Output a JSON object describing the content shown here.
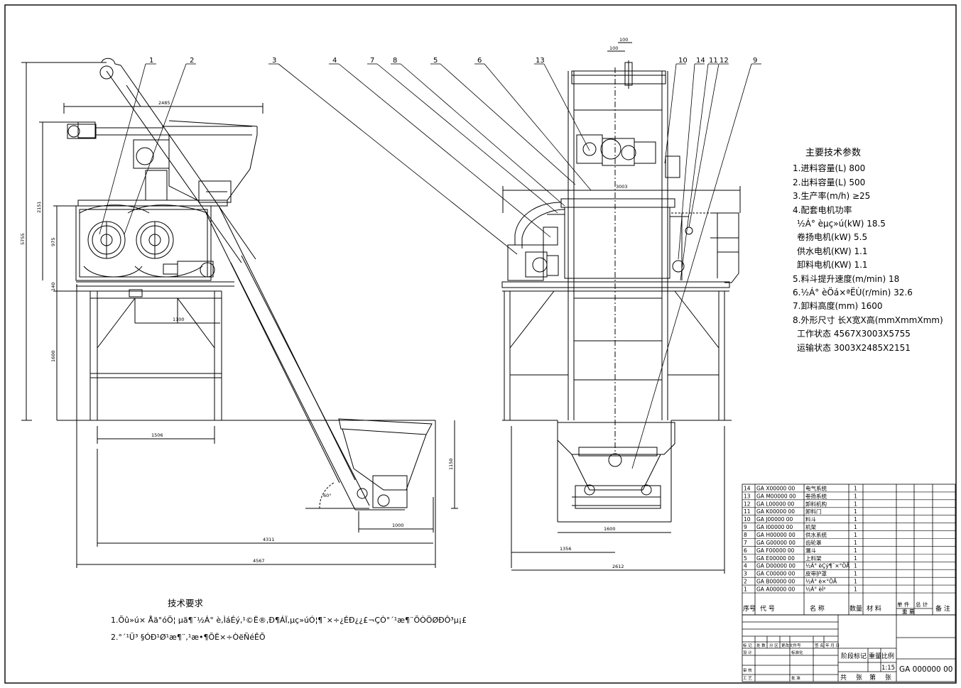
{
  "part_callouts": [
    "1",
    "2",
    "3",
    "4",
    "7",
    "8",
    "5",
    "6",
    "13",
    "10",
    "14",
    "11",
    "12",
    "9"
  ],
  "dimensions": {
    "top_width": "2485",
    "height_total": "5755",
    "height_mixer": "2151",
    "mixer_body": "975",
    "frame_gap": "140",
    "leg_height": "1600",
    "hopper_height": "1150",
    "base_width": "1506",
    "leg_span": "1100",
    "hopper_width": "1000",
    "length_4311": "4311",
    "length_4567": "4567",
    "angle": "60°",
    "width_3003": "3003",
    "right_1600": "1600",
    "right_1356": "1356",
    "right_2612": "2612",
    "top_100a": "100",
    "top_100b": "100"
  },
  "parameters": {
    "title": "主要技术参数",
    "lines": [
      "1.进料容量(L)    800",
      "2.出料容量(L)    500",
      "3.生产率(m/h)   ≥25",
      "4.配套电机功率",
      "½Á° èµç»ú(kW)  18.5",
      "卷扬电机(kW)   5.5",
      "供水电机(KW)   1.1",
      "卸料电机(KW)   1.1",
      "5.料斗提升速度(m/min) 18",
      "6.½Á° èÖá×ªËÙ(r/min)  32.6",
      "7.卸料高度(mm)     1600",
      "8.外形尺寸 长X宽X高(mmXmmXmm)",
      "工作状态 4567X3003X5755",
      "运输状态 3003X2485X2151"
    ]
  },
  "requirements": {
    "title": "技术要求",
    "lines": [
      "1.Õû»ú×  Åä°óÖ¦ µã¶¯½Á° è,ÌáÉý,¹©Ë®,Ð¶ÁÏ,µç»úÓ¦¶¯×÷¿ÉÐ¿¿£¬ÇÒ°´¹æ¶¨ÕÒÖØÐÔ³µ¡£",
      "2.°´¹Ü³ §ÓÐ¹Ø¹æ¶¨,¹æ•¶ÕË×÷ÒëÑéÊÕ"
    ]
  },
  "bom": {
    "rows": [
      {
        "no": "14",
        "code": "GA X00000 00",
        "name": "电气系统",
        "qty": "1"
      },
      {
        "no": "13",
        "code": "GA M00000 00",
        "name": "卷扬系统",
        "qty": "1"
      },
      {
        "no": "12",
        "code": "GA L00000 00",
        "name": "卸料机构",
        "qty": "1"
      },
      {
        "no": "11",
        "code": "GA K00000 00",
        "name": "卸料门",
        "qty": "1"
      },
      {
        "no": "10",
        "code": "GA J00000 00",
        "name": "料斗",
        "qty": "1"
      },
      {
        "no": "9",
        "code": "GA I00000 00",
        "name": "机架",
        "qty": "1"
      },
      {
        "no": "8",
        "code": "GA H00000 00",
        "name": "供水系统",
        "qty": "1"
      },
      {
        "no": "7",
        "code": "GA G00000 00",
        "name": "齿轮罩",
        "qty": "1"
      },
      {
        "no": "6",
        "code": "GA F00000 00",
        "name": "漏斗",
        "qty": "1"
      },
      {
        "no": "5",
        "code": "GA E00000 00",
        "name": "上料架",
        "qty": "1"
      },
      {
        "no": "4",
        "code": "GA D00000 00",
        "name": "½Á° èÇý¶¯×°ÖÃ",
        "qty": "1"
      },
      {
        "no": "3",
        "code": "GA C00000 00",
        "name": "皮带护罩",
        "qty": "1"
      },
      {
        "no": "2",
        "code": "GA B00000 00",
        "name": "½Á° è×°ÖÃ",
        "qty": "1"
      },
      {
        "no": "1",
        "code": "GA A00000 00",
        "name": "½Á° èÍ²",
        "qty": "1"
      }
    ],
    "header": {
      "no": "序号",
      "code": "代    号",
      "name": "名    称",
      "qty": "数量",
      "material": "材  料",
      "unit": "单  件",
      "total": "总  计",
      "weight": "重    量",
      "remark": "备 注"
    }
  },
  "titleblock": {
    "sig_labels": [
      "标 记",
      "处 数",
      "分 区",
      "更改文件号",
      "签 名",
      "年 月 日"
    ],
    "design": "设 计",
    "standard": "标准化",
    "review": "审 核",
    "process": "工 艺",
    "approve": "批 准",
    "stage": "阶段标记",
    "weight": "重量",
    "scale": "比例",
    "scale_value": "1:15",
    "total": "共",
    "sheets": "张",
    "page": "第",
    "page_sheets": "张",
    "drawing_no": "GA 000000 00"
  }
}
